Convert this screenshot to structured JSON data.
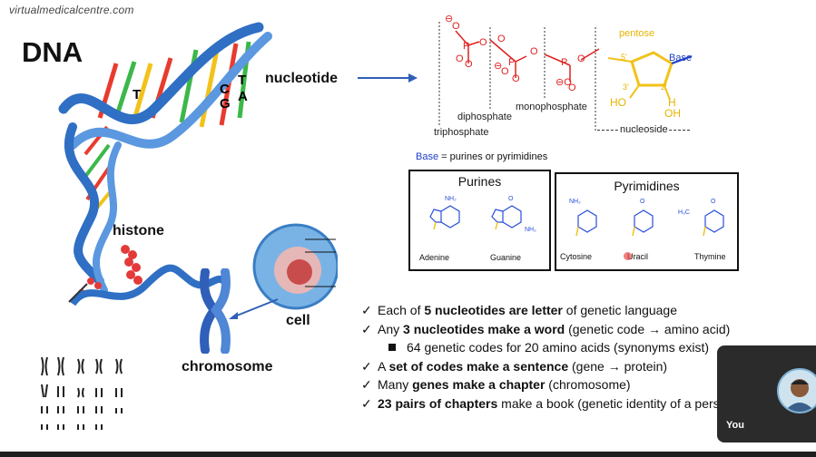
{
  "slide": {
    "source": "virtualmedicalcentre.com",
    "title": "DNA",
    "labels": {
      "nucleotide": "nucleotide",
      "histone": "histone",
      "cell": "cell",
      "chromosome": "chromosome",
      "bases": [
        "T",
        "C",
        "G",
        "T",
        "A"
      ]
    },
    "nucleotide_diagram": {
      "pentose": "pentose",
      "base": "Base",
      "triphosphate": "triphosphate",
      "diphosphate": "diphosphate",
      "monophosphate": "monophosphate",
      "nucleoside": "nucleoside",
      "carbon_5": "5'",
      "carbon_3": "3'",
      "carbon_2": "2'",
      "ho": "HO",
      "oh": "OH",
      "h": "H"
    },
    "base_note": {
      "base": "Base",
      "rest": " = purines or pyrimidines"
    },
    "purines": {
      "title": "Purines",
      "items": [
        "Adenine",
        "Guanine"
      ]
    },
    "pyrimidines": {
      "title": "Pyrimidines",
      "items": [
        "Cytosine",
        "Uracil",
        "Thymine"
      ]
    },
    "bullets": [
      {
        "check": "✓",
        "parts": [
          {
            "t": "Each of ",
            "b": false
          },
          {
            "t": "5 nucleotides are letter",
            "b": true
          },
          {
            "t": " of genetic language",
            "b": false
          }
        ]
      },
      {
        "check": "✓",
        "parts": [
          {
            "t": "Any ",
            "b": false
          },
          {
            "t": "3 nucleotides make a word",
            "b": true
          },
          {
            "t": " (genetic code  → amino acid)",
            "b": false
          }
        ]
      },
      {
        "sub": true,
        "parts": [
          {
            "t": "64 genetic codes for 20 amino acids (synonyms exist)",
            "b": false
          }
        ]
      },
      {
        "check": "✓",
        "parts": [
          {
            "t": "A ",
            "b": false
          },
          {
            "t": "set of codes make a sentence",
            "b": true
          },
          {
            "t": " (gene → protein)",
            "b": false
          }
        ]
      },
      {
        "check": "✓",
        "parts": [
          {
            "t": "Many ",
            "b": false
          },
          {
            "t": "genes make a chapter",
            "b": true
          },
          {
            "t": " (chromosome)",
            "b": false
          }
        ]
      },
      {
        "check": "✓",
        "parts": [
          {
            "t": "23 pairs of chapters",
            "b": true
          },
          {
            "t": " make a book (genetic identity of a person)",
            "b": false
          }
        ]
      }
    ]
  },
  "video_tile": {
    "label": "You"
  },
  "colors": {
    "helix_blue": "#2f6fc4",
    "phosphate_red": "#e02020",
    "pentose_yellow": "#f2c21a",
    "base_blue": "#1d3fc4",
    "molecule_blue": "#2a4fd8"
  }
}
